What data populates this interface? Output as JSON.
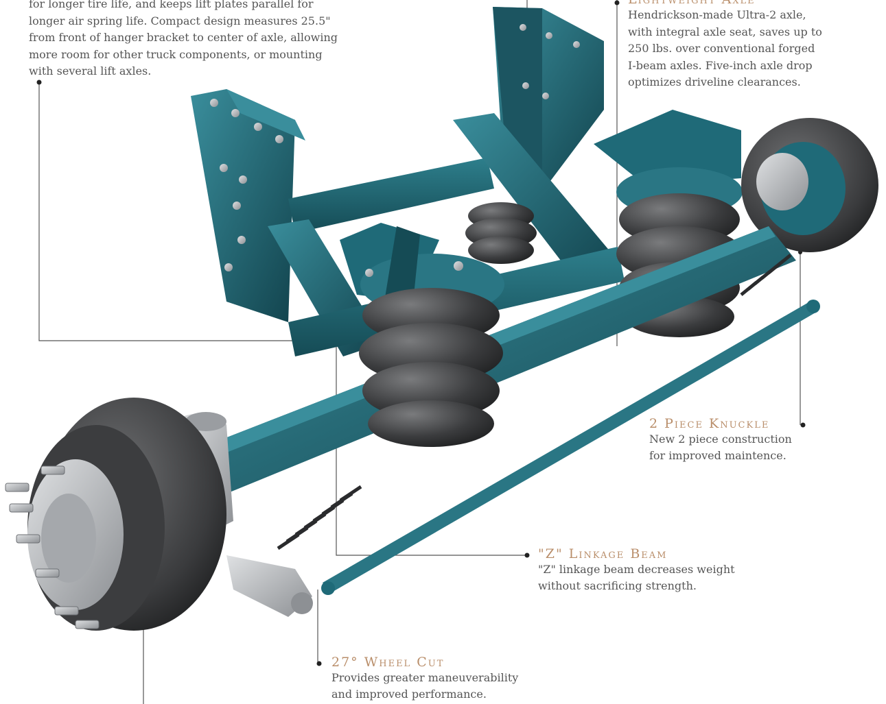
{
  "callouts": {
    "top_left": {
      "body": "for longer tire life, and keeps lift plates parallel for\nlonger air spring life. Compact design measures 25.5\"\nfrom front of hanger bracket to center of axle, allowing\nmore room for other truck components, or mounting\nwith several lift axles."
    },
    "axle": {
      "title": "Lightweight Axle",
      "body": "Hendrickson-made Ultra-2 axle,\nwith integral axle seat, saves up to\n250 lbs. over conventional forged\nI-beam axles. Five-inch axle drop\noptimizes driveline clearances."
    },
    "knuckle": {
      "title": "2 Piece Knuckle",
      "body": "New 2 piece construction\nfor improved maintence."
    },
    "zlink": {
      "title": "\"Z\" Linkage Beam",
      "body": "\"Z\" linkage beam decreases weight\nwithout sacrificing strength."
    },
    "wheelcut": {
      "title": "27° Wheel Cut",
      "body": "Provides greater maneuverability\nand improved performance."
    }
  },
  "colors": {
    "teal": "#1f6a78",
    "teal_dark": "#12434d",
    "teal_light": "#3a8e9c",
    "rubber": "#3b3c3e",
    "rubber_light": "#6a6b6d",
    "steel": "#b9bcc0",
    "leader": "#555555",
    "title": "#b98e6a"
  }
}
